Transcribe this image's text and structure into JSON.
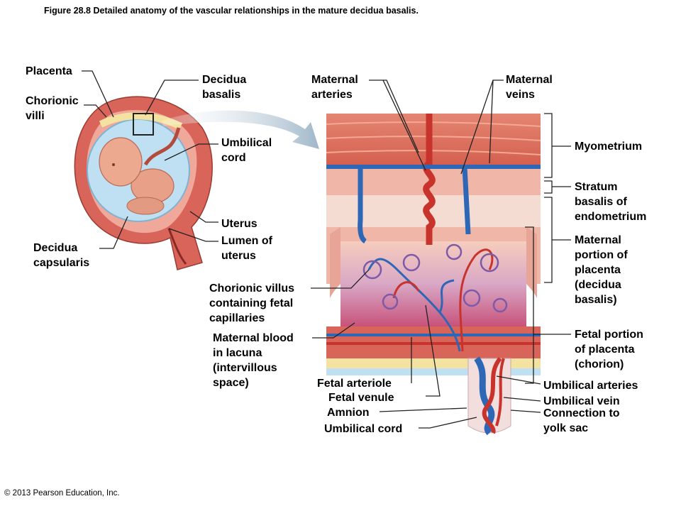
{
  "caption": "Figure 28.8  Detailed anatomy of the vascular relationships in the mature decidua basalis.",
  "copyright": "© 2013 Pearson Education, Inc.",
  "labels": {
    "placenta": "Placenta",
    "chorionic_villi": "Chorionic\nvilli",
    "decidua_basalis": "Decidua\nbasalis",
    "umbilical_cord_left": "Umbilical\ncord",
    "uterus": "Uterus",
    "lumen_of_uterus": "Lumen of\nuterus",
    "decidua_capsularis": "Decidua\ncapsularis",
    "maternal_arteries": "Maternal\narteries",
    "maternal_veins": "Maternal\nveins",
    "myometrium": "Myometrium",
    "stratum_basalis": "Stratum\nbasalis of\nendometrium",
    "maternal_portion": "Maternal\nportion of\nplacenta\n(decidua\nbasalis)",
    "chorionic_villus": "Chorionic villus\ncontaining fetal\ncapillaries",
    "maternal_blood": "Maternal blood\nin lacuna\n(intervillous\nspace)",
    "fetal_portion": "Fetal portion\nof placenta\n(chorion)",
    "fetal_arteriole": "Fetal arteriole",
    "fetal_venule": "Fetal venule",
    "amnion": "Amnion",
    "umbilical_cord_bottom": "Umbilical cord",
    "umbilical_arteries": "Umbilical arteries",
    "umbilical_vein": "Umbilical vein",
    "connection_yolk_sac": "Connection to\nyolk sac"
  },
  "colors": {
    "muscle": "#d9645a",
    "tissue_pink": "#f0b6a8",
    "artery_red": "#c8332b",
    "vein_blue": "#2d67b5",
    "amniotic_blue": "#bfe0f2",
    "lacuna_purple": "#c9a7d2"
  }
}
